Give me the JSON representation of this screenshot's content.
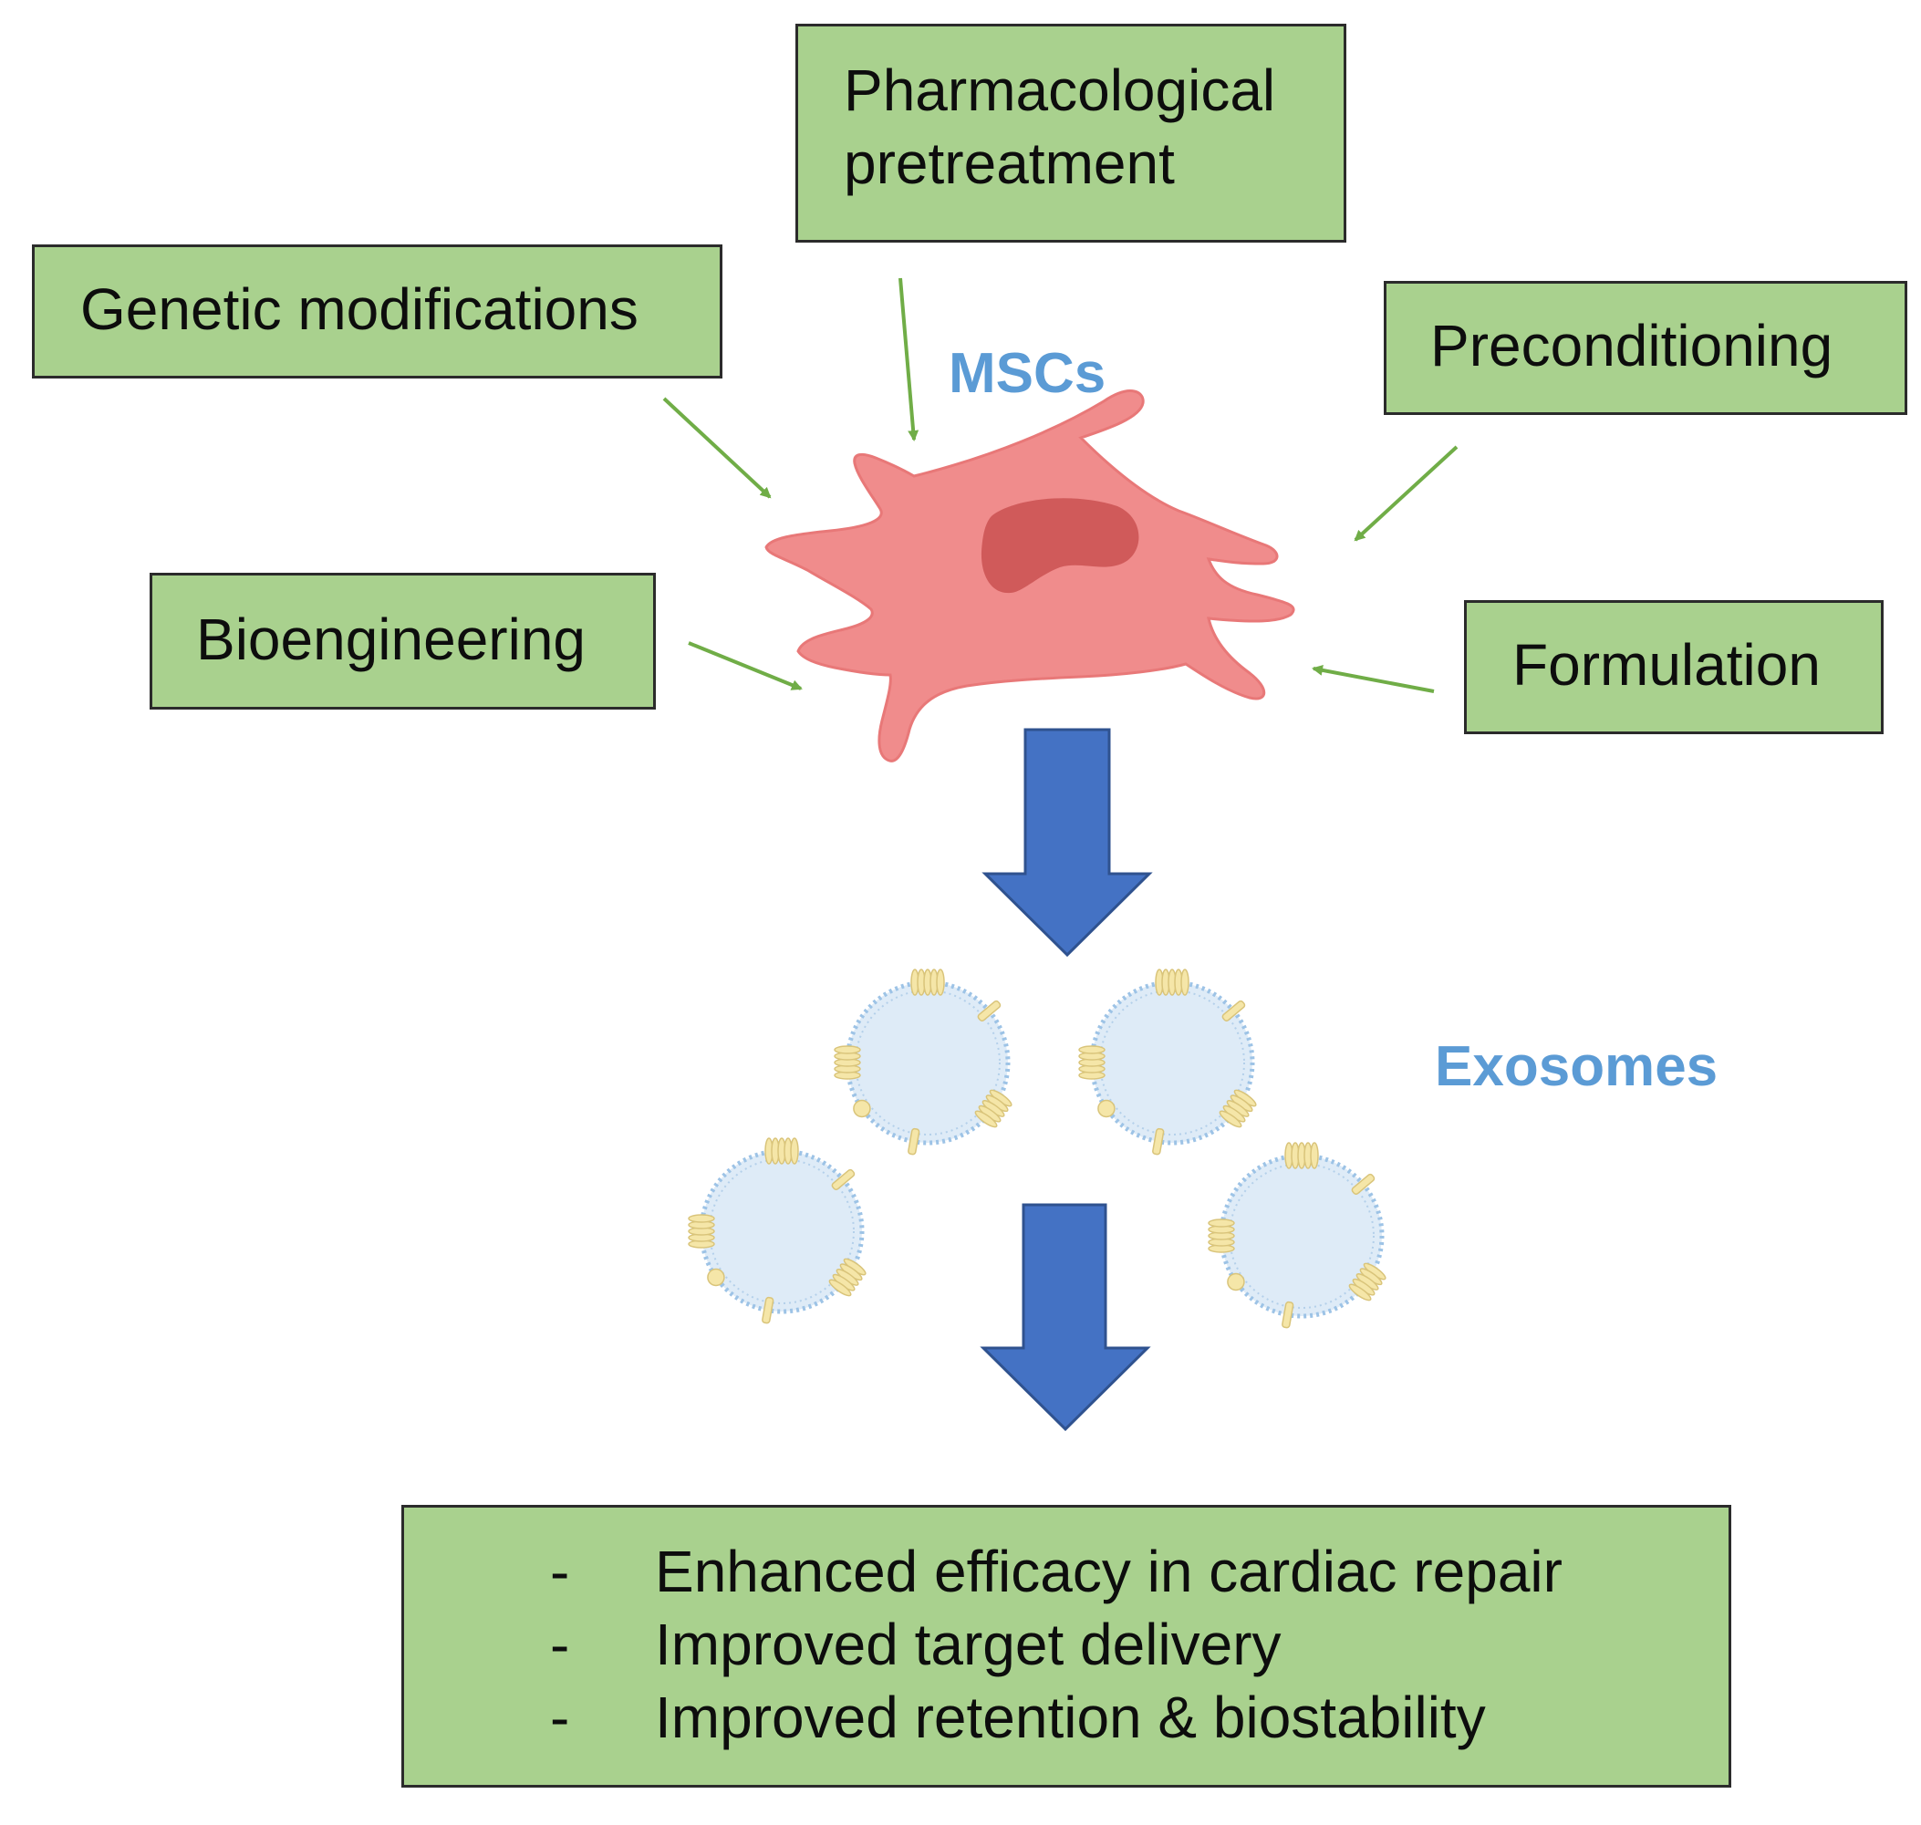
{
  "colors": {
    "box_fill": "#a9d18e",
    "box_border": "#2b2b2b",
    "label_blue": "#5b9bd5",
    "arrow_green": "#70ad47",
    "arrow_blue": "#4472c4",
    "cell_fill": "#f08c8c",
    "nucleus_fill": "#d05a5a",
    "exosome_fill": "#deebf7",
    "exosome_protein": "#f5e6a8"
  },
  "boxes": {
    "pharmacological": {
      "line1": "Pharmacological",
      "line2": "pretreatment"
    },
    "genetic": "Genetic modifications",
    "preconditioning": "Preconditioning",
    "bioengineering": "Bioengineering",
    "formulation": "Formulation"
  },
  "labels": {
    "mscs": "MSCs",
    "exosomes": "Exosomes"
  },
  "outcomes": [
    {
      "bullet": "-",
      "text": "Enhanced efficacy in cardiac repair"
    },
    {
      "bullet": "-",
      "text": "Improved target delivery"
    },
    {
      "bullet": "-",
      "text": "Improved retention & biostability"
    }
  ]
}
